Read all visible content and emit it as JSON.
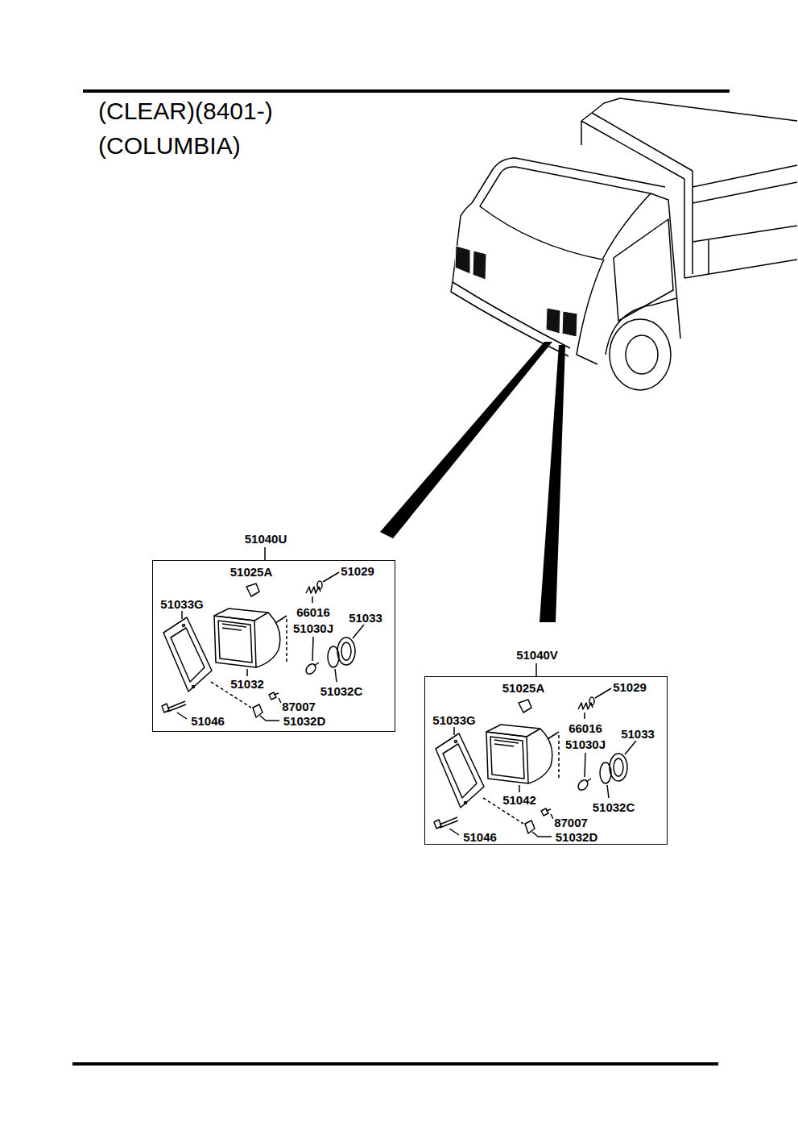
{
  "diagram": {
    "title": "(CLEAR)(8401-)",
    "nodes": [
      {
        "text": [
          "51040U"
        ]
      },
      {
        "text": [
          "51040V"
        ]
      }
    ],
    "labels": [
      "(COLUMBIA)",
      "51025A",
      "51029",
      "51033G",
      "66016",
      "51030J",
      "51033",
      "51032",
      "51032C",
      "87007",
      "51046",
      "51032D",
      "51025A",
      "51029",
      "51033G",
      "66016",
      "51030J",
      "51033",
      "51042",
      "51032C",
      "87007",
      "51046",
      "51032D"
    ]
  }
}
